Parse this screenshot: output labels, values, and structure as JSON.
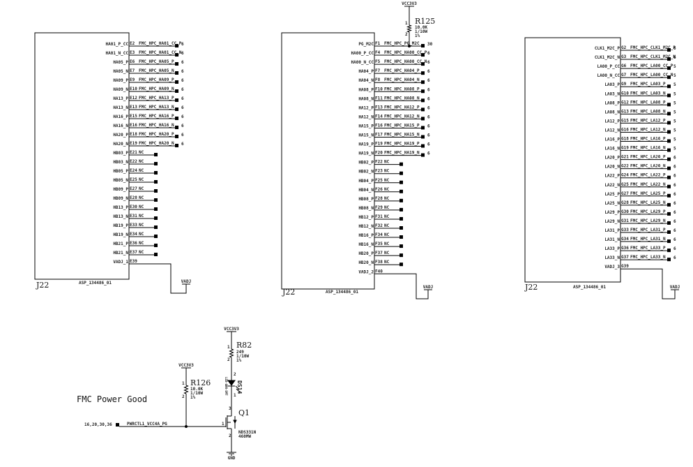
{
  "connectors": [
    {
      "refdes": "J22",
      "part_number": "ASP_134486_01",
      "power_net": "VADJ",
      "power_pin": {
        "name": "VADJ_1",
        "pin": "E39"
      },
      "pins": [
        {
          "name": "HA01_P_CC",
          "pin": "E2",
          "net": "FMC_HPC_HA01_CC_P",
          "ref": "6"
        },
        {
          "name": "HA01_N_CC",
          "pin": "E3",
          "net": "FMC_HPC_HA01_CC_N",
          "ref": "6"
        },
        {
          "name": "HA05_P",
          "pin": "E6",
          "net": "FMC_HPC_HA05_P",
          "ref": "6"
        },
        {
          "name": "HA05_N",
          "pin": "E7",
          "net": "FMC_HPC_HA05_N",
          "ref": "6"
        },
        {
          "name": "HA09_P",
          "pin": "E9",
          "net": "FMC_HPC_HA09_P",
          "ref": "6"
        },
        {
          "name": "HA09_N",
          "pin": "E10",
          "net": "FMC_HPC_HA09_N",
          "ref": "6"
        },
        {
          "name": "HA13_P",
          "pin": "E12",
          "net": "FMC_HPC_HA13_P",
          "ref": "6"
        },
        {
          "name": "HA13_N",
          "pin": "E13",
          "net": "FMC_HPC_HA13_N",
          "ref": "6"
        },
        {
          "name": "HA16_P",
          "pin": "E15",
          "net": "FMC_HPC_HA16_P",
          "ref": "6"
        },
        {
          "name": "HA16_N",
          "pin": "E16",
          "net": "FMC_HPC_HA16_N",
          "ref": "6"
        },
        {
          "name": "HA20_P",
          "pin": "E18",
          "net": "FMC_HPC_HA20_P",
          "ref": "6"
        },
        {
          "name": "HA20_N",
          "pin": "E19",
          "net": "FMC_HPC_HA20_N",
          "ref": "6"
        },
        {
          "name": "HB03_P",
          "pin": "E21",
          "net": "NC",
          "ref": ""
        },
        {
          "name": "HB03_N",
          "pin": "E22",
          "net": "NC",
          "ref": ""
        },
        {
          "name": "HB05_P",
          "pin": "E24",
          "net": "NC",
          "ref": ""
        },
        {
          "name": "HB05_N",
          "pin": "E25",
          "net": "NC",
          "ref": ""
        },
        {
          "name": "HB09_P",
          "pin": "E27",
          "net": "NC",
          "ref": ""
        },
        {
          "name": "HB09_N",
          "pin": "E28",
          "net": "NC",
          "ref": ""
        },
        {
          "name": "HB13_P",
          "pin": "E30",
          "net": "NC",
          "ref": ""
        },
        {
          "name": "HB13_N",
          "pin": "E31",
          "net": "NC",
          "ref": ""
        },
        {
          "name": "HB19_P",
          "pin": "E33",
          "net": "NC",
          "ref": ""
        },
        {
          "name": "HB19_N",
          "pin": "E34",
          "net": "NC",
          "ref": ""
        },
        {
          "name": "HB21_P",
          "pin": "E36",
          "net": "NC",
          "ref": ""
        },
        {
          "name": "HB21_N",
          "pin": "E37",
          "net": "NC",
          "ref": ""
        }
      ]
    },
    {
      "refdes": "J22",
      "part_number": "ASP_134486_01",
      "power_net": "VADJ",
      "power_pin": {
        "name": "VADJ_2",
        "pin": "F40"
      },
      "pins": [
        {
          "name": "PG_M2C",
          "pin": "F1",
          "net": "FMC_HPC_PG_M2C",
          "ref": "30",
          "pullup": true
        },
        {
          "name": "HA00_P_CC",
          "pin": "F4",
          "net": "FMC_HPC_HA00_CC_P",
          "ref": "6"
        },
        {
          "name": "HA00_N_CC",
          "pin": "F5",
          "net": "FMC_HPC_HA00_CC_N",
          "ref": "6"
        },
        {
          "name": "HA04_P",
          "pin": "F7",
          "net": "FMC_HPC_HA04_P",
          "ref": "6"
        },
        {
          "name": "HA04_N",
          "pin": "F8",
          "net": "FMC_HPC_HA04_N",
          "ref": "6"
        },
        {
          "name": "HA08_P",
          "pin": "F10",
          "net": "FMC_HPC_HA08_P",
          "ref": "6"
        },
        {
          "name": "HA08_N",
          "pin": "F11",
          "net": "FMC_HPC_HA08_N",
          "ref": "6"
        },
        {
          "name": "HA12_P",
          "pin": "F13",
          "net": "FMC_HPC_HA12_P",
          "ref": "6"
        },
        {
          "name": "HA12_N",
          "pin": "F14",
          "net": "FMC_HPC_HA12_N",
          "ref": "6"
        },
        {
          "name": "HA15_P",
          "pin": "F16",
          "net": "FMC_HPC_HA15_P",
          "ref": "6"
        },
        {
          "name": "HA15_N",
          "pin": "F17",
          "net": "FMC_HPC_HA15_N",
          "ref": "6"
        },
        {
          "name": "HA19_P",
          "pin": "F19",
          "net": "FMC_HPC_HA19_P",
          "ref": "6"
        },
        {
          "name": "HA19_N",
          "pin": "F20",
          "net": "FMC_HPC_HA19_N",
          "ref": "6"
        },
        {
          "name": "HB02_P",
          "pin": "F22",
          "net": "NC",
          "ref": ""
        },
        {
          "name": "HB02_N",
          "pin": "F23",
          "net": "NC",
          "ref": ""
        },
        {
          "name": "HB04_P",
          "pin": "F25",
          "net": "NC",
          "ref": ""
        },
        {
          "name": "HB04_N",
          "pin": "F26",
          "net": "NC",
          "ref": ""
        },
        {
          "name": "HB08_P",
          "pin": "F28",
          "net": "NC",
          "ref": ""
        },
        {
          "name": "HB08_N",
          "pin": "F29",
          "net": "NC",
          "ref": ""
        },
        {
          "name": "HB12_P",
          "pin": "F31",
          "net": "NC",
          "ref": ""
        },
        {
          "name": "HB12_N",
          "pin": "F32",
          "net": "NC",
          "ref": ""
        },
        {
          "name": "HB16_P",
          "pin": "F34",
          "net": "NC",
          "ref": ""
        },
        {
          "name": "HB16_N",
          "pin": "F35",
          "net": "NC",
          "ref": ""
        },
        {
          "name": "HB20_P",
          "pin": "F37",
          "net": "NC",
          "ref": ""
        },
        {
          "name": "HB20_N",
          "pin": "F38",
          "net": "NC",
          "ref": ""
        }
      ]
    },
    {
      "refdes": "J22",
      "part_number": "ASP_134486_01",
      "power_net": "VADJ",
      "power_pin": {
        "name": "VADJ_3",
        "pin": "G39"
      },
      "pins": [
        {
          "name": "CLK1_M2C_P",
          "pin": "G2",
          "net": "FMC_HPC_CLK1_M2C_P",
          "ref": "6"
        },
        {
          "name": "CLK1_M2C_N",
          "pin": "G3",
          "net": "FMC_HPC_CLK1_M2C_N",
          "ref": "6"
        },
        {
          "name": "LA00_P_CC",
          "pin": "G6",
          "net": "FMC_HPC_LA00_CC_P",
          "ref": "5"
        },
        {
          "name": "LA00_N_CC",
          "pin": "G7",
          "net": "FMC_HPC_LA00_CC_N",
          "ref": "5"
        },
        {
          "name": "LA03_P",
          "pin": "G9",
          "net": "FMC_HPC_LA03_P",
          "ref": "5"
        },
        {
          "name": "LA03_N",
          "pin": "G10",
          "net": "FMC_HPC_LA03_N",
          "ref": "5"
        },
        {
          "name": "LA08_P",
          "pin": "G12",
          "net": "FMC_HPC_LA08_P",
          "ref": "5"
        },
        {
          "name": "LA08_N",
          "pin": "G13",
          "net": "FMC_HPC_LA08_N",
          "ref": "5"
        },
        {
          "name": "LA12_P",
          "pin": "G15",
          "net": "FMC_HPC_LA12_P",
          "ref": "5"
        },
        {
          "name": "LA12_N",
          "pin": "G16",
          "net": "FMC_HPC_LA12_N",
          "ref": "5"
        },
        {
          "name": "LA16_P",
          "pin": "G18",
          "net": "FMC_HPC_LA16_P",
          "ref": "5"
        },
        {
          "name": "LA16_N",
          "pin": "G19",
          "net": "FMC_HPC_LA16_N",
          "ref": "5"
        },
        {
          "name": "LA20_P",
          "pin": "G21",
          "net": "FMC_HPC_LA20_P",
          "ref": "6"
        },
        {
          "name": "LA20_N",
          "pin": "G22",
          "net": "FMC_HPC_LA20_N",
          "ref": "6"
        },
        {
          "name": "LA22_P",
          "pin": "G24",
          "net": "FMC_HPC_LA22_P",
          "ref": "6"
        },
        {
          "name": "LA22_N",
          "pin": "G25",
          "net": "FMC_HPC_LA22_N",
          "ref": "6"
        },
        {
          "name": "LA25_P",
          "pin": "G27",
          "net": "FMC_HPC_LA25_P",
          "ref": "6"
        },
        {
          "name": "LA25_N",
          "pin": "G28",
          "net": "FMC_HPC_LA25_N",
          "ref": "6"
        },
        {
          "name": "LA29_P",
          "pin": "G30",
          "net": "FMC_HPC_LA29_P",
          "ref": "6"
        },
        {
          "name": "LA29_N",
          "pin": "G31",
          "net": "FMC_HPC_LA29_N",
          "ref": "6"
        },
        {
          "name": "LA31_P",
          "pin": "G33",
          "net": "FMC_HPC_LA31_P",
          "ref": "6"
        },
        {
          "name": "LA31_N",
          "pin": "G34",
          "net": "FMC_HPC_LA31_N",
          "ref": "6"
        },
        {
          "name": "LA33_P",
          "pin": "G36",
          "net": "FMC_HPC_LA33_P",
          "ref": "6"
        },
        {
          "name": "LA33_N",
          "pin": "G37",
          "net": "FMC_HPC_LA33_N",
          "ref": "6"
        }
      ]
    }
  ],
  "r125": {
    "refdes": "R125",
    "value": "10.0K",
    "power": "1/10W",
    "tol": "1%",
    "pin1": "1",
    "pin2": "2",
    "rail": "VCC3V3"
  },
  "power_good": {
    "title": "FMC Power Good",
    "input_refs": "16,20,30,36",
    "input_net": "PWRCTL1_VCC4A_PG",
    "r126": {
      "refdes": "R126",
      "value": "10.0K",
      "power": "1/10W",
      "tol": "1%",
      "pin1": "1",
      "pin2": "2",
      "rail": "VCC3V3"
    },
    "r82": {
      "refdes": "R82",
      "value": "249",
      "power": "1/10W",
      "tol": "1%",
      "pin1": "1",
      "pin2": "2",
      "rail": "VCC3V3"
    },
    "led": {
      "refdes": "DS14",
      "part": "LED-GRN-SMT",
      "pin_a": "2",
      "pin_k": "1"
    },
    "q1": {
      "refdes": "Q1",
      "part": "NDS331N",
      "rating": "460MW",
      "pin_g": "1",
      "pin_d": "3",
      "pin_s": "2"
    },
    "gnd": "GND"
  }
}
